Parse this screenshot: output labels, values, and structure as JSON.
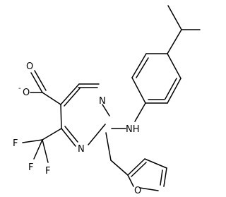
{
  "molecule": {
    "labels": {
      "oxygen_carbonyl": "O",
      "oxygen_anion": "O",
      "charge_minus": "-",
      "nitrogen_ring_top": "N",
      "nitrogen_ring_bottom": "N",
      "amine": "NH",
      "fluorine_left": "F",
      "fluorine_bottom_left": "F",
      "fluorine_bottom_right": "F",
      "furan_oxygen": "O"
    },
    "colors": {
      "bonds": "#000000",
      "atoms": "#000000",
      "background": "#ffffff"
    }
  }
}
